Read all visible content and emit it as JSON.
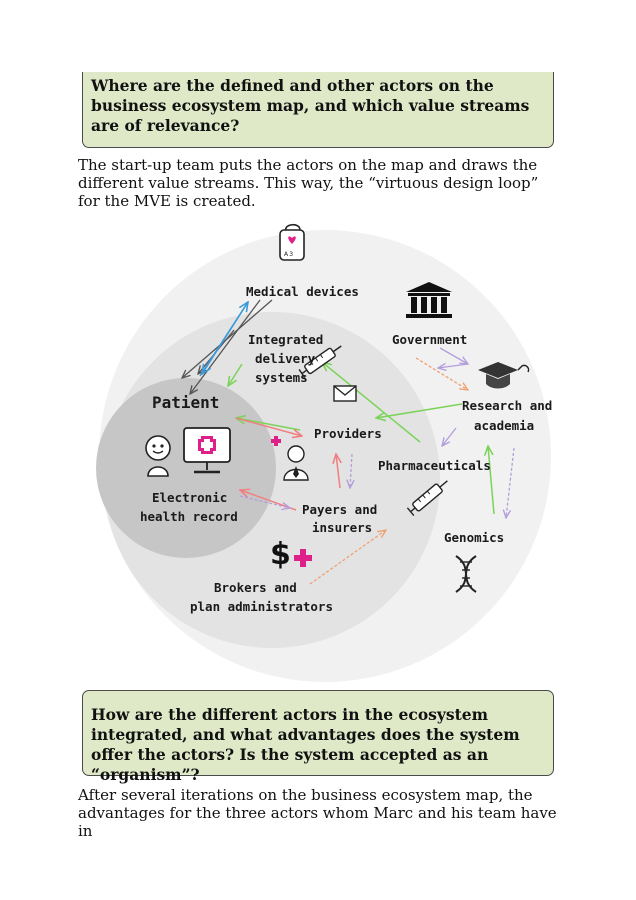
{
  "question1": "Where are the defined and other actors on the business ecosystem map, and which value streams are of relevance?",
  "paragraph1": "The start-up team puts the actors on the map and draws the different value streams. This way, the “virtuous design loop” for the MVE is created.",
  "diagram": {
    "labels": {
      "medical_devices": "Medical devices",
      "integrated_1": "Integrated",
      "integrated_2": "delivery",
      "integrated_3": "systems",
      "government": "Government",
      "patient": "Patient",
      "providers": "Providers",
      "research_1": "Research and",
      "research_2": "academia",
      "pharmaceuticals": "Pharmaceuticals",
      "ehr_1": "Electronic",
      "ehr_2": "health record",
      "payers_1": "Payers and",
      "payers_2": "insurers",
      "genomics": "Genomics",
      "brokers_1": "Brokers and",
      "brokers_2": "plan administrators"
    },
    "device_icon_text": "A 3",
    "dollar_sign": "$",
    "colors": {
      "outer_circle": "#f1f1f1",
      "middle_circle": "#e3e3e3",
      "inner_circle": "#c6c6c6",
      "accent_pink": "#e0208a",
      "green_arrow": "#7dd35a",
      "blue_arrow": "#3a9ad9",
      "salmon_arrow": "#f08080",
      "purple_arrow": "#b39ddb",
      "orange_arrow": "#f0a070",
      "gray_arrow": "#555555"
    }
  },
  "question2": "How are the different actors in the ecosystem integrated, and what advantages does the system offer the actors? Is the system accepted as an “organism”?",
  "paragraph2": "After several iterations on the business ecosystem map, the advantages for the three actors whom Marc and his team have in"
}
